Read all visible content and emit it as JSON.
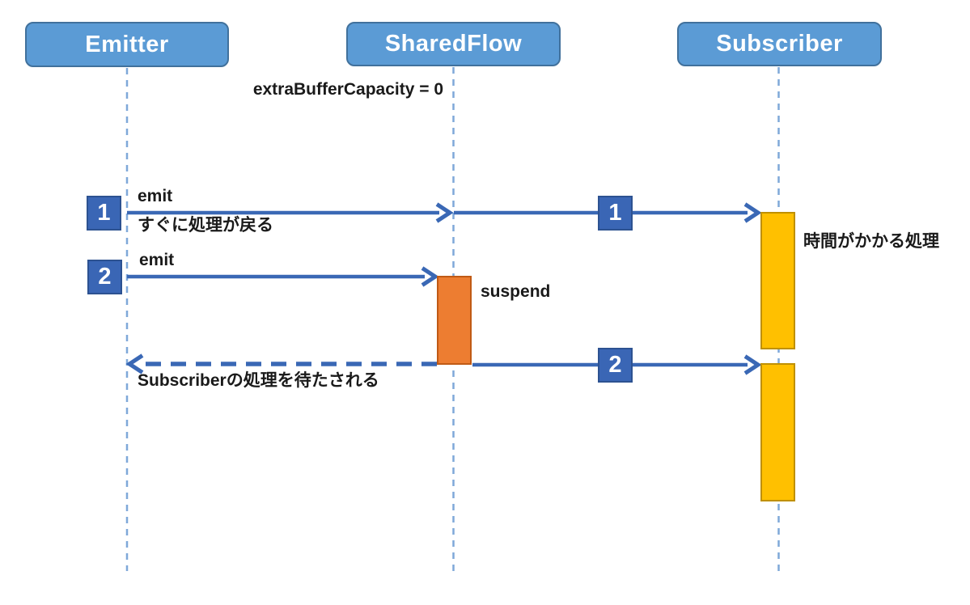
{
  "actors": {
    "emitter": "Emitter",
    "sharedflow": "SharedFlow",
    "subscriber": "Subscriber"
  },
  "config_note": "extraBufferCapacity = 0",
  "events": {
    "emit1": {
      "badge": "1",
      "label": "emit",
      "note": "すぐに処理が戻る"
    },
    "deliver1": {
      "badge": "1"
    },
    "emit2": {
      "badge": "2",
      "label": "emit"
    },
    "suspend": {
      "label": "suspend"
    },
    "return_wait": {
      "note": "Subscriberの処理を待たされる"
    },
    "deliver2": {
      "badge": "2"
    },
    "processing": {
      "note": "時間がかかる処理"
    }
  },
  "colors": {
    "actor_fill": "#5B9BD5",
    "actor_border": "#41719C",
    "badge_fill": "#3A66B5",
    "badge_border": "#2D5291",
    "arrow_blue": "#3A68B5",
    "lifeline_blue": "#7FA8D9",
    "suspend_fill": "#ED7D31",
    "suspend_border": "#C05A15",
    "activation_fill": "#FFC000",
    "activation_border": "#BF9000",
    "text": "#1a1a1a"
  }
}
